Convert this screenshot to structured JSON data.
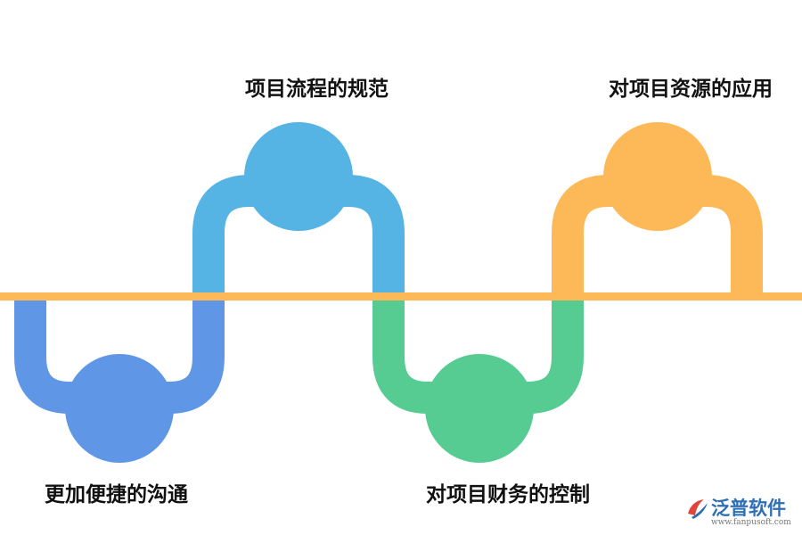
{
  "diagram": {
    "steps": [
      {
        "label": "更加便捷的沟通",
        "color": "#6096e6",
        "side": "below"
      },
      {
        "label": "项目流程的规范",
        "color": "#56b4e4",
        "side": "above"
      },
      {
        "label": "对项目财务的控制",
        "color": "#56cc92",
        "side": "below"
      },
      {
        "label": "对项目资源的应用",
        "color": "#fdb957",
        "side": "above"
      }
    ],
    "baseline_color": "#fdb957"
  },
  "watermark": {
    "name": "泛普软件",
    "url": "www.fanpusoft.com"
  }
}
